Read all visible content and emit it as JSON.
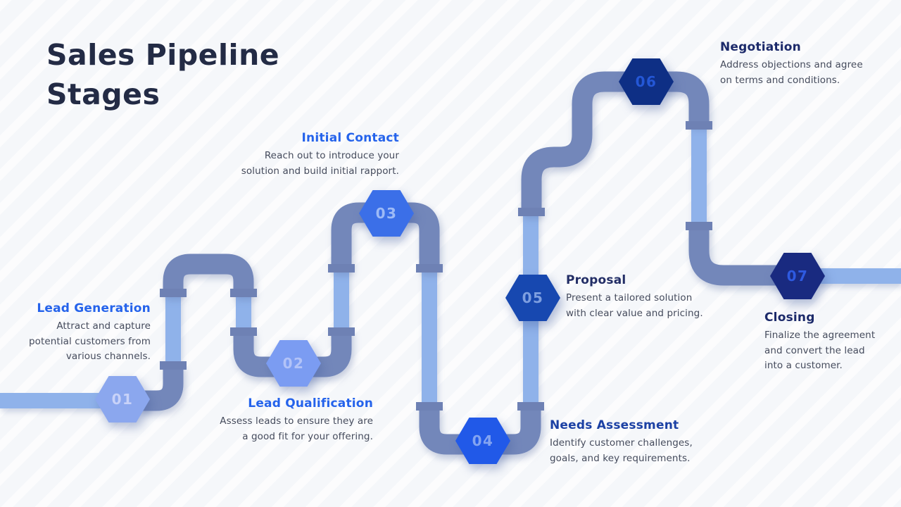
{
  "slide": {
    "title": "Sales Pipeline\nStages",
    "background": "#f5f7fa",
    "title_color": "#232b45"
  },
  "colors": {
    "pipe_light": "#8fb2ea",
    "pipe_dark": "#7387ba",
    "pipe_collar": "#6e81b4",
    "description_text": "#454b5c"
  },
  "stages": [
    {
      "num": "01",
      "title": "Lead Generation",
      "desc": "Attract and capture\npotential customers from\nvarious channels.",
      "hex_color": "#8ba7ee",
      "num_color": "#c8d2f8",
      "title_color": "#2563eb"
    },
    {
      "num": "02",
      "title": "Lead Qualification",
      "desc": "Assess leads to ensure they are\na good fit for your offering.",
      "hex_color": "#7b9cf2",
      "num_color": "#b2c3f8",
      "title_color": "#2563eb"
    },
    {
      "num": "03",
      "title": "Initial Contact",
      "desc": "Reach out to introduce your\nsolution and build initial rapport.",
      "hex_color": "#3b6fe8",
      "num_color": "#9dbaf6",
      "title_color": "#2563eb"
    },
    {
      "num": "04",
      "title": "Needs Assessment",
      "desc": "Identify customer challenges,\ngoals, and key requirements.",
      "hex_color": "#2159e8",
      "num_color": "#83a4f1",
      "title_color": "#1c41a4"
    },
    {
      "num": "05",
      "title": "Proposal",
      "desc": "Present a tailored solution\nwith clear value and pricing.",
      "hex_color": "#1748b0",
      "num_color": "#7e9fe0",
      "title_color": "#232e66"
    },
    {
      "num": "06",
      "title": "Negotiation",
      "desc": "Address objections and agree\non terms and conditions.",
      "hex_color": "#0e2f85",
      "num_color": "#2457d6",
      "title_color": "#1c2a6a"
    },
    {
      "num": "07",
      "title": "Closing",
      "desc": "Finalize the agreement\nand convert the lead\ninto a customer.",
      "hex_color": "#192a80",
      "num_color": "#2e5ae0",
      "title_color": "#1c2a6a"
    }
  ]
}
